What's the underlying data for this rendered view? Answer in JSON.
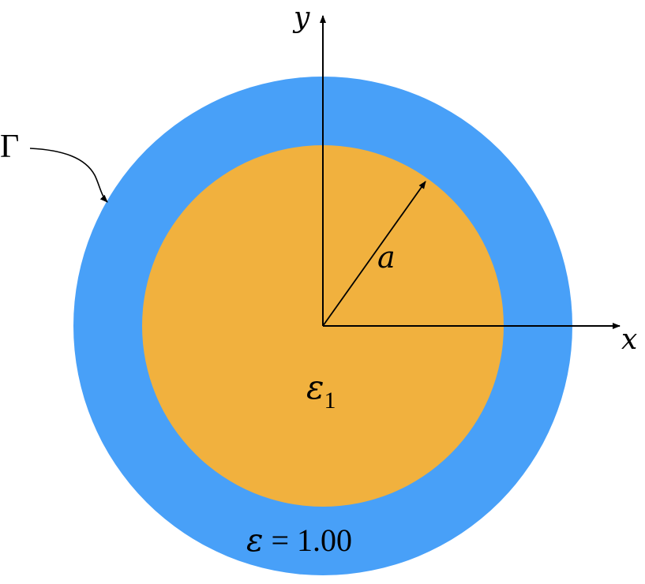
{
  "colors": {
    "outer_region": "#48a0f8",
    "inner_region": "#f1b13e",
    "lines": "#000000",
    "background": "#ffffff"
  },
  "labels": {
    "boundary": "Γ",
    "x_axis": "x",
    "y_axis": "y",
    "radius": "a",
    "inner_permittivity_symbol": "ε",
    "inner_permittivity_subscript": "1",
    "outer_permittivity_symbol": "ε",
    "outer_permittivity_value": " = 1.00"
  }
}
